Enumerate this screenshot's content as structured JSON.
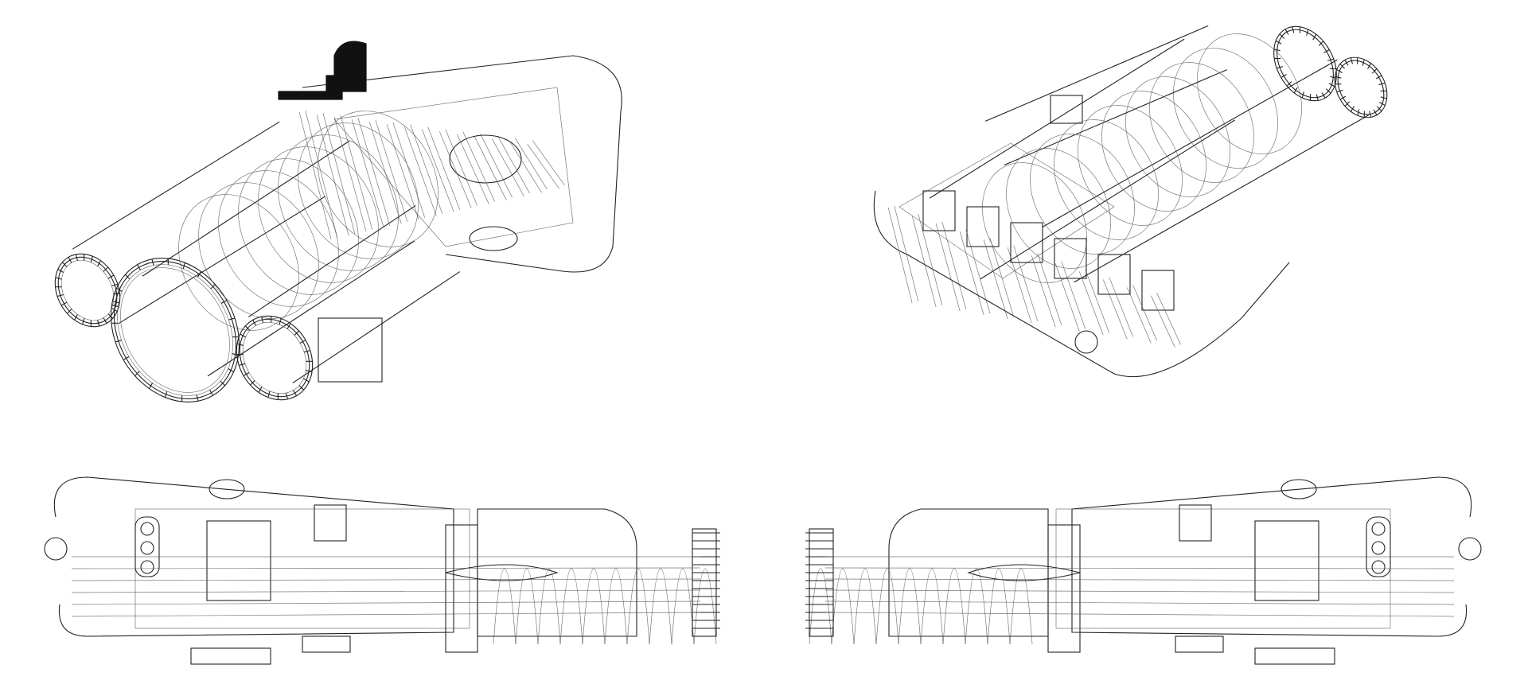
{
  "figure": {
    "views": [
      {
        "id": "isometric-front-left"
      },
      {
        "id": "isometric-rear-right"
      },
      {
        "id": "side-left"
      },
      {
        "id": "side-right"
      }
    ],
    "colors": {
      "background": "#ffffff",
      "line": "#222222",
      "highlight": "#111111"
    }
  }
}
